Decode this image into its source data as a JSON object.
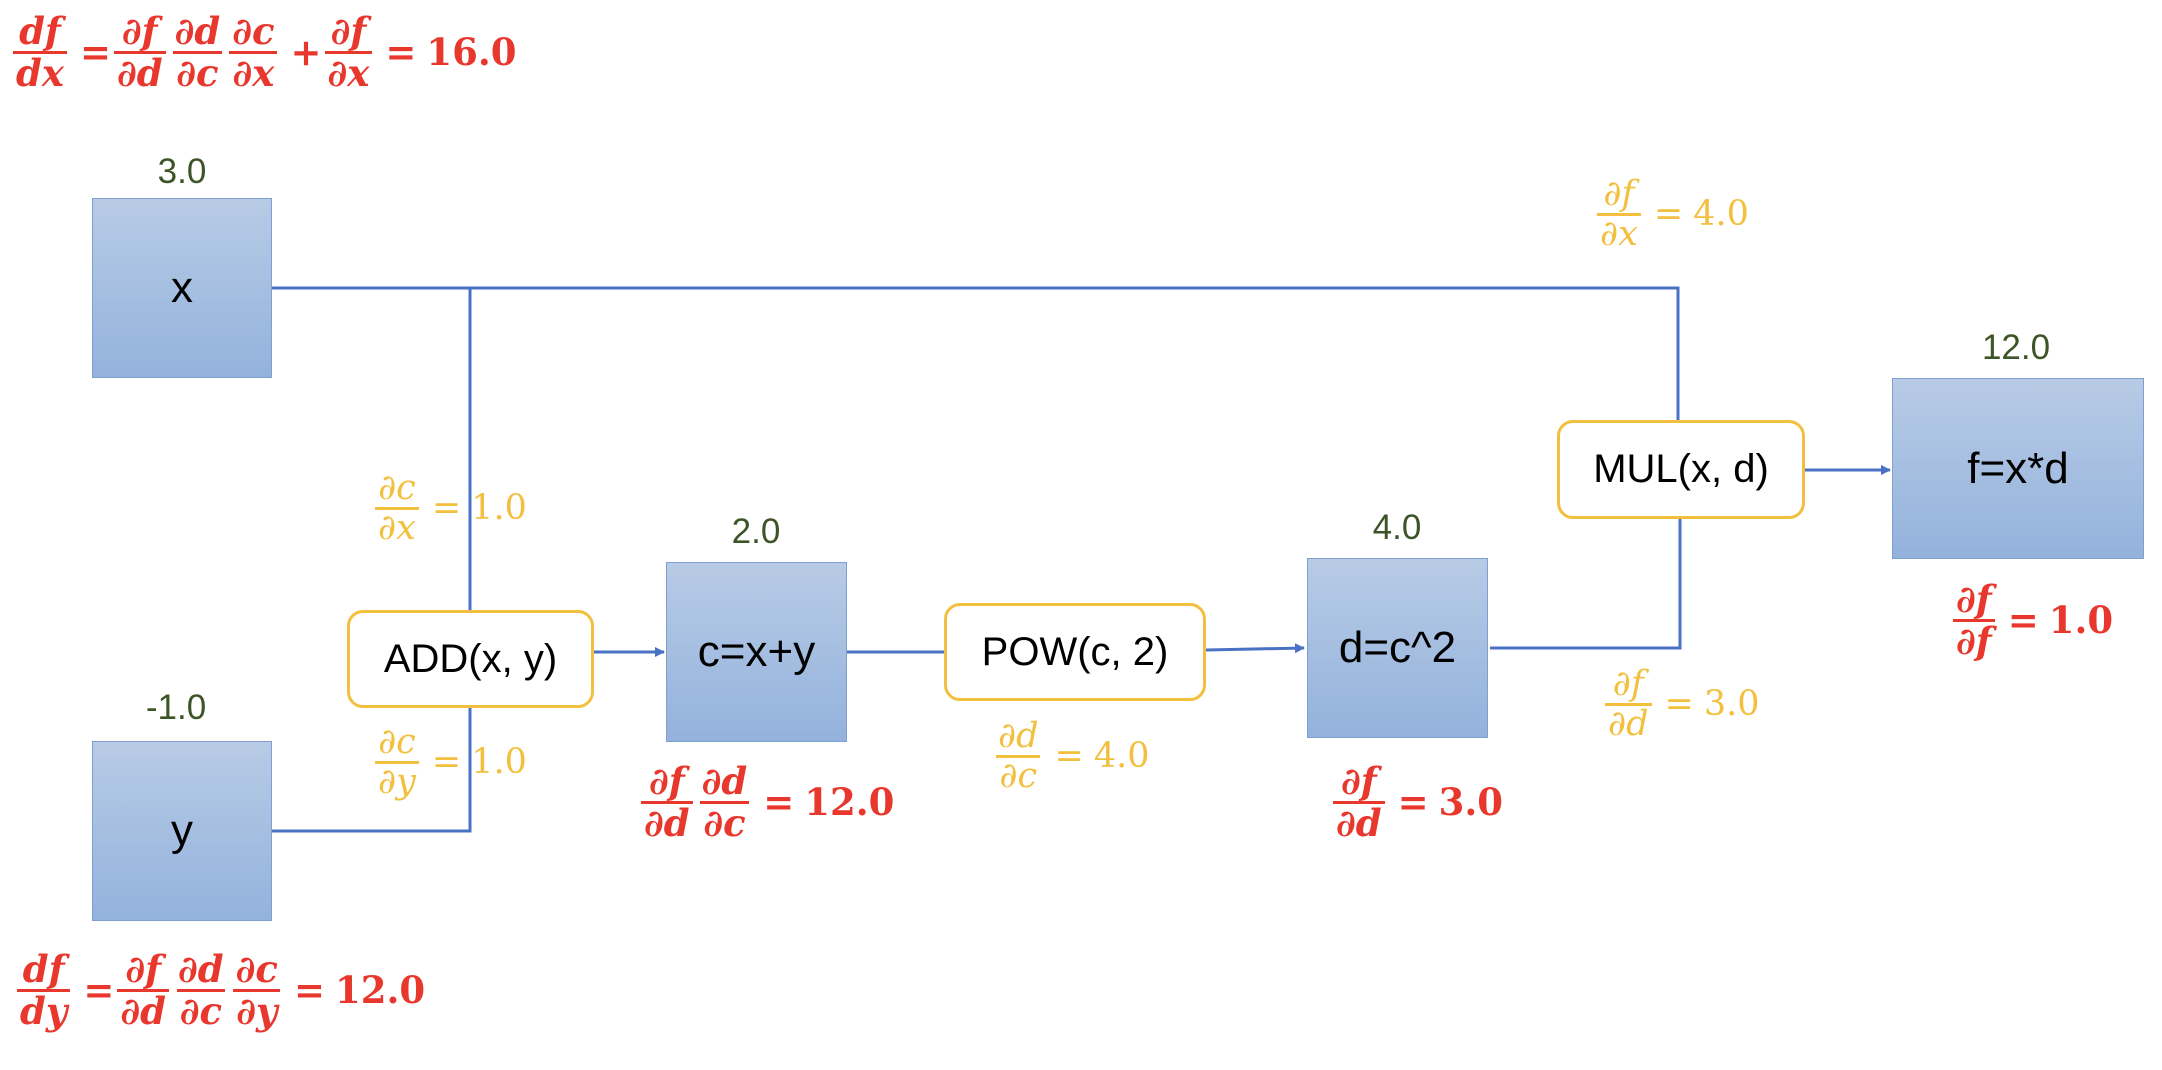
{
  "nodes": {
    "x": {
      "label": "x",
      "value": "3.0"
    },
    "y": {
      "label": "y",
      "value": "-1.0"
    },
    "c": {
      "label": "c=x+y",
      "value": "2.0"
    },
    "d": {
      "label": "d=c^2",
      "value": "4.0"
    },
    "f": {
      "label": "f=x*d",
      "value": "12.0"
    }
  },
  "ops": {
    "add": "ADD(x, y)",
    "pow": "POW(c, 2)",
    "mul": "MUL(x, d)"
  },
  "local_grads": {
    "dc_dx": {
      "num": "∂c",
      "den": "∂x",
      "eq": "=",
      "value": "1.0"
    },
    "dc_dy": {
      "num": "∂c",
      "den": "∂y",
      "eq": "=",
      "value": "1.0"
    },
    "dd_dc": {
      "num": "∂d",
      "den": "∂c",
      "eq": "=",
      "value": "4.0"
    },
    "df_dx_local": {
      "num": "∂f",
      "den": "∂x",
      "eq": "=",
      "value": "4.0"
    },
    "df_dd_local": {
      "num": "∂f",
      "den": "∂d",
      "eq": "=",
      "value": "3.0"
    }
  },
  "chain_grads": {
    "df_dx_total": {
      "lhs_num": "df",
      "lhs_den": "dx",
      "eq1": "=",
      "t1_num": "∂f",
      "t1_den": "∂d",
      "t2_num": "∂d",
      "t2_den": "∂c",
      "t3_num": "∂c",
      "t3_den": "∂x",
      "plus": "+",
      "t4_num": "∂f",
      "t4_den": "∂x",
      "eq2": "=",
      "value": "16.0"
    },
    "df_dy_total": {
      "lhs_num": "df",
      "lhs_den": "dy",
      "eq1": "=",
      "t1_num": "∂f",
      "t1_den": "∂d",
      "t2_num": "∂d",
      "t2_den": "∂c",
      "t3_num": "∂c",
      "t3_den": "∂y",
      "eq2": "=",
      "value": "12.0"
    },
    "df_dc": {
      "t1_num": "∂f",
      "t1_den": "∂d",
      "t2_num": "∂d",
      "t2_den": "∂c",
      "eq": "=",
      "value": "12.0"
    },
    "df_dd": {
      "num": "∂f",
      "den": "∂d",
      "eq": "=",
      "value": "3.0"
    },
    "df_df": {
      "num": "∂f",
      "den": "∂f",
      "eq": "=",
      "value": "1.0"
    }
  },
  "colors": {
    "node_fill": "#a6bfe2",
    "wire": "#4a72c4",
    "op_border": "#f2c03e",
    "value_text": "#3d5526",
    "chain_grad": "#e8382e",
    "local_grad": "#f2c03e"
  }
}
